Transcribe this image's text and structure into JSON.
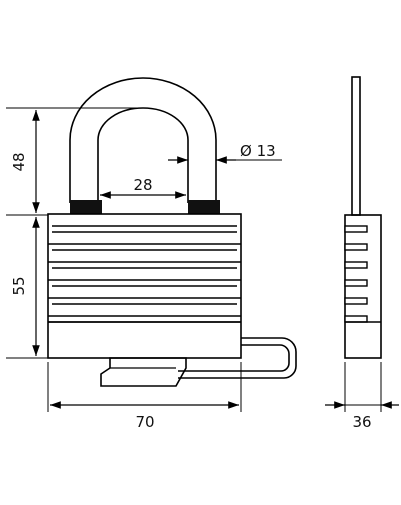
{
  "dimensions": {
    "shackle_height": "48",
    "body_height": "55",
    "shackle_inner_width": "28",
    "shackle_diameter": "Ø 13",
    "body_width": "70",
    "thickness": "36"
  },
  "colors": {
    "stroke": "#000000",
    "fill": "#ffffff",
    "shackle_band": "#111111"
  }
}
